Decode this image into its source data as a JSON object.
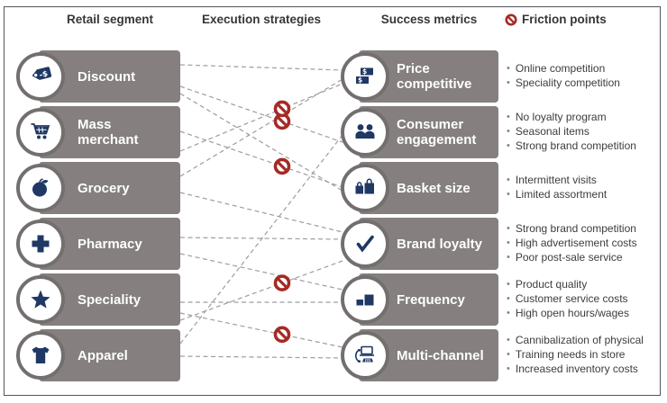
{
  "headers": {
    "retail_segment": "Retail segment",
    "execution_strategies": "Execution strategies",
    "success_metrics": "Success metrics",
    "friction_points": "Friction points"
  },
  "colors": {
    "box_gray": "#857f7f",
    "ring_gray": "#746f6f",
    "icon_navy": "#1f3864",
    "friction_red": "#a52a25",
    "line_gray": "#9f9d9d"
  },
  "segments": [
    {
      "id": "discount",
      "label": "Discount",
      "icon": "price-tag-icon"
    },
    {
      "id": "mass-merchant",
      "label": "Mass merchant",
      "icon": "shopping-cart-icon"
    },
    {
      "id": "grocery",
      "label": "Grocery",
      "icon": "apple-icon"
    },
    {
      "id": "pharmacy",
      "label": "Pharmacy",
      "icon": "medical-cross-icon"
    },
    {
      "id": "speciality",
      "label": "Speciality",
      "icon": "star-icon"
    },
    {
      "id": "apparel",
      "label": "Apparel",
      "icon": "tshirt-icon"
    }
  ],
  "metrics": [
    {
      "id": "price-competitive",
      "label": "Price competitive",
      "icon": "dollar-bills-icon",
      "frictions": [
        "Online competition",
        "Speciality competition"
      ]
    },
    {
      "id": "consumer-engagement",
      "label": "Consumer engagement",
      "icon": "people-icon",
      "frictions": [
        "No loyalty program",
        "Seasonal items",
        "Strong brand competition"
      ]
    },
    {
      "id": "basket-size",
      "label": "Basket size",
      "icon": "shopping-bags-icon",
      "frictions": [
        "Intermittent visits",
        "Limited assortment"
      ]
    },
    {
      "id": "brand-loyalty",
      "label": "Brand loyalty",
      "icon": "checkmark-icon",
      "frictions": [
        "Strong brand competition",
        "High advertisement costs",
        "Poor post-sale service"
      ]
    },
    {
      "id": "frequency",
      "label": "Frequency",
      "icon": "bar-chart-icon",
      "frictions": [
        "Product quality",
        "Customer service costs",
        "High open hours/wages"
      ]
    },
    {
      "id": "multi-channel",
      "label": "Multi-channel",
      "icon": "multi-device-icon",
      "frictions": [
        "Cannibalization of physical",
        "Training needs in store",
        "Increased inventory costs"
      ]
    }
  ],
  "connections": [
    {
      "from": "discount",
      "to": "price-competitive",
      "blocked": false,
      "fromDy": -13,
      "toDy": -7
    },
    {
      "from": "discount",
      "to": "consumer-engagement",
      "blocked": true,
      "fromDy": 11,
      "toDy": 11
    },
    {
      "from": "discount",
      "to": "basket-size",
      "blocked": false,
      "fromDy": 19,
      "toDy": 3
    },
    {
      "from": "mass-merchant",
      "to": "price-competitive",
      "blocked": true,
      "fromDy": 21,
      "toDy": 8
    },
    {
      "from": "mass-merchant",
      "to": "basket-size",
      "blocked": true,
      "fromDy": -1,
      "toDy": -1
    },
    {
      "from": "grocery",
      "to": "price-competitive",
      "blocked": false,
      "fromDy": -13,
      "toDy": 3
    },
    {
      "from": "grocery",
      "to": "brand-loyalty",
      "blocked": false,
      "fromDy": 5,
      "toDy": -13
    },
    {
      "from": "pharmacy",
      "to": "brand-loyalty",
      "blocked": false,
      "fromDy": -7,
      "toDy": -5
    },
    {
      "from": "pharmacy",
      "to": "frequency",
      "blocked": false,
      "fromDy": 11,
      "toDy": -11
    },
    {
      "from": "speciality",
      "to": "frequency",
      "blocked": false,
      "fromDy": 3,
      "toDy": 3
    },
    {
      "from": "speciality",
      "to": "brand-loyalty",
      "blocked": true,
      "fromDy": 23,
      "toDy": 19
    },
    {
      "from": "speciality",
      "to": "multi-channel",
      "blocked": true,
      "fromDy": 15,
      "toDy": -9
    },
    {
      "from": "apparel",
      "to": "consumer-engagement",
      "blocked": false,
      "fromDy": -13,
      "toDy": 3
    },
    {
      "from": "apparel",
      "to": "multi-channel",
      "blocked": false,
      "fromDy": 1,
      "toDy": 3
    }
  ]
}
